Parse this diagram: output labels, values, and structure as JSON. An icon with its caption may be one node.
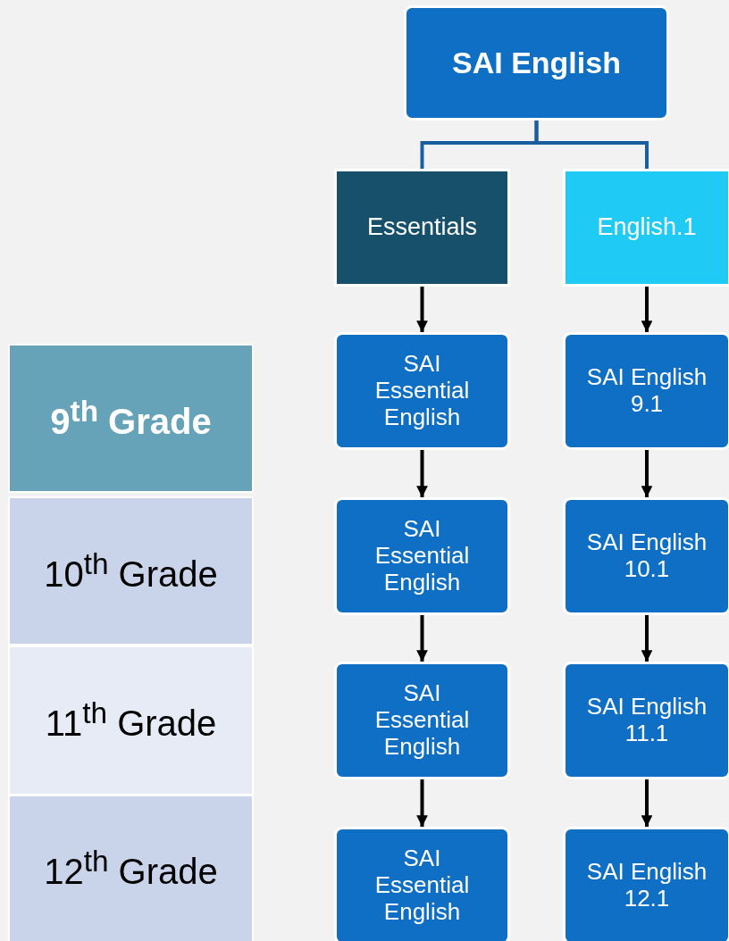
{
  "diagram": {
    "nodes": [
      {
        "text": [
          "SAI English"
        ]
      },
      {
        "text": [
          "Essentials"
        ]
      },
      {
        "text": [
          "English.1"
        ]
      },
      {
        "text": [
          "9$^{th}$ Grade"
        ]
      },
      {
        "text": [
          "SAI Essential English"
        ]
      },
      {
        "text": [
          "SAI English 9.1"
        ]
      },
      {
        "text": [
          "10$^{th}$ Grade"
        ]
      },
      {
        "text": [
          "SAI Essential English"
        ]
      },
      {
        "text": [
          "SAI English 10.1"
        ]
      },
      {
        "text": [
          "11$^{th}$ Grade"
        ]
      },
      {
        "text": [
          "SAI Essential English"
        ]
      },
      {
        "text": [
          "SAI English 11.1"
        ]
      },
      {
        "text": [
          "12$^{th}$ Grade"
        ]
      },
      {
        "text": [
          "SAI Essential English"
        ]
      },
      {
        "text": [
          "SAI English 12.1"
        ]
      }
    ],
    "edges": [
      {
        "from": 0,
        "to": 1,
        "arrow": "none",
        "color": "#1b5e9f"
      },
      {
        "from": 0,
        "to": 2,
        "arrow": "none",
        "color": "#1b5e9f"
      },
      {
        "from": 1,
        "to": 4,
        "arrow": "to"
      },
      {
        "from": 4,
        "to": 7,
        "arrow": "to"
      },
      {
        "from": 7,
        "to": 10,
        "arrow": "to"
      },
      {
        "from": 10,
        "to": 13,
        "arrow": "to"
      },
      {
        "from": 2,
        "to": 5,
        "arrow": "to"
      },
      {
        "from": 5,
        "to": 8,
        "arrow": "to"
      },
      {
        "from": 8,
        "to": 11,
        "arrow": "to"
      },
      {
        "from": 11,
        "to": 14,
        "arrow": "to"
      }
    ]
  }
}
